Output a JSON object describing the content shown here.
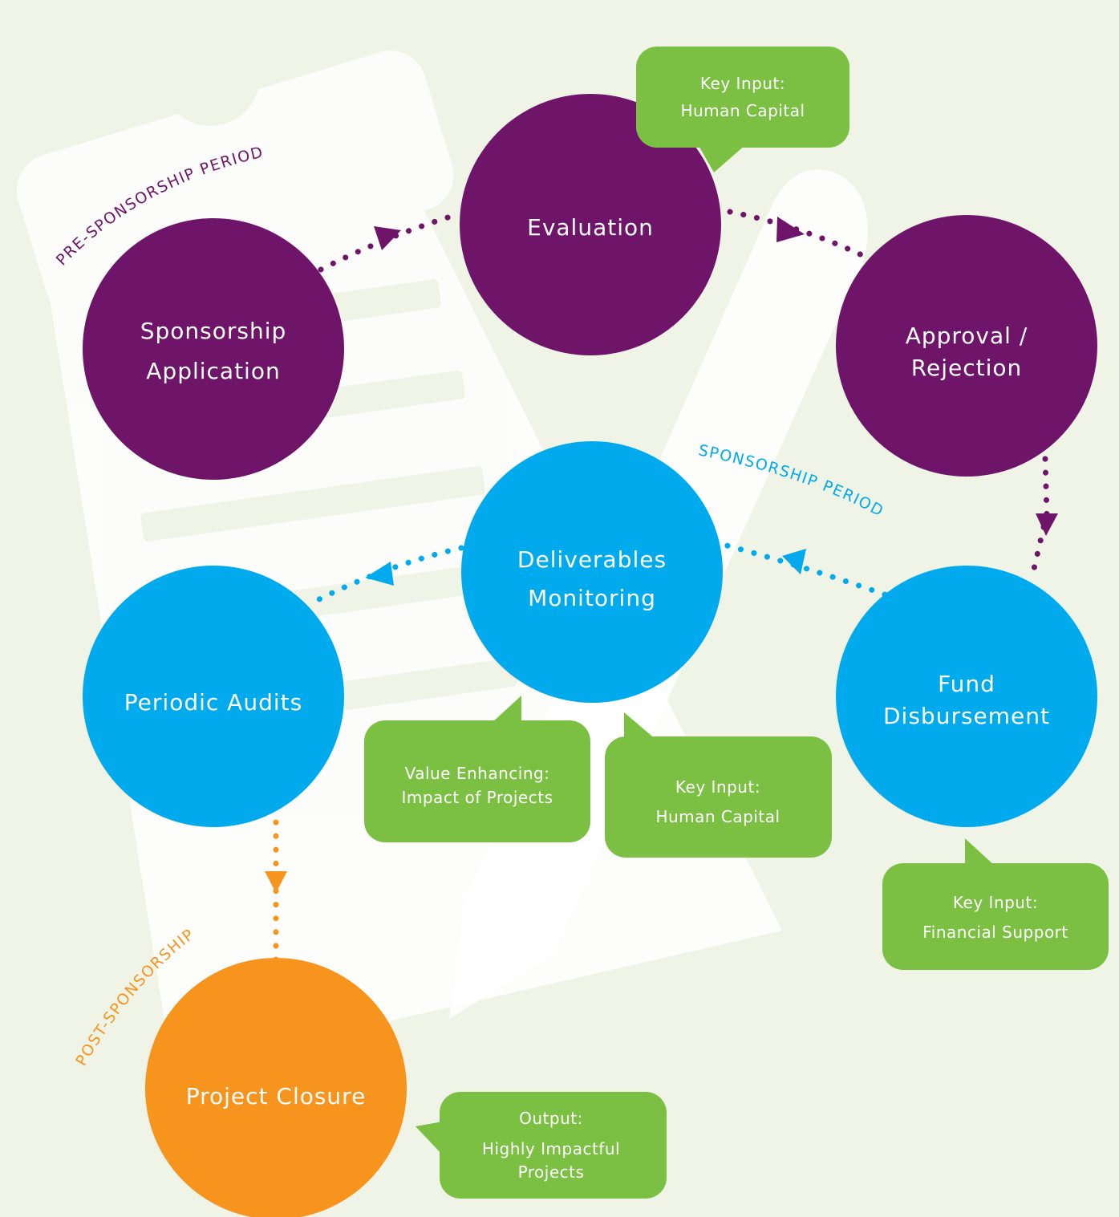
{
  "colors": {
    "background": "#eff4e6",
    "watermark": "#ffffff",
    "pre_sponsorship": "#6e1469",
    "sponsorship": "#00aaec",
    "post_sponsorship": "#f7941d",
    "callout": "#7bc043",
    "node_text": "#ffffff"
  },
  "phases": {
    "pre": "PRE-SPONSORSHIP PERIOD",
    "during": "SPONSORSHIP PERIOD",
    "post": "POST-SPONSORSHIP"
  },
  "nodes": {
    "sponsorship_application": {
      "line1": "Sponsorship",
      "line2": "Application"
    },
    "evaluation": {
      "line1": "Evaluation"
    },
    "approval_rejection": {
      "line1": "Approval /",
      "line2": "Rejection"
    },
    "deliverables_monitoring": {
      "line1": "Deliverables",
      "line2": "Monitoring"
    },
    "fund_disbursement": {
      "line1": "Fund",
      "line2": "Disbursement"
    },
    "periodic_audits": {
      "line1": "Periodic Audits"
    },
    "project_closure": {
      "line1": "Project Closure"
    }
  },
  "callouts": {
    "evaluation_input": {
      "line1": "Key Input:",
      "line2": "Human Capital"
    },
    "value_enhancing": {
      "line1": "Value Enhancing:",
      "line2": "Impact of Projects"
    },
    "monitoring_input": {
      "line1": "Key Input:",
      "line2": "Human Capital"
    },
    "financial_input": {
      "line1": "Key Input:",
      "line2": "Financial Support"
    },
    "output": {
      "line1": "Output:",
      "line2": "Highly Impactful",
      "line3": "Projects"
    }
  }
}
